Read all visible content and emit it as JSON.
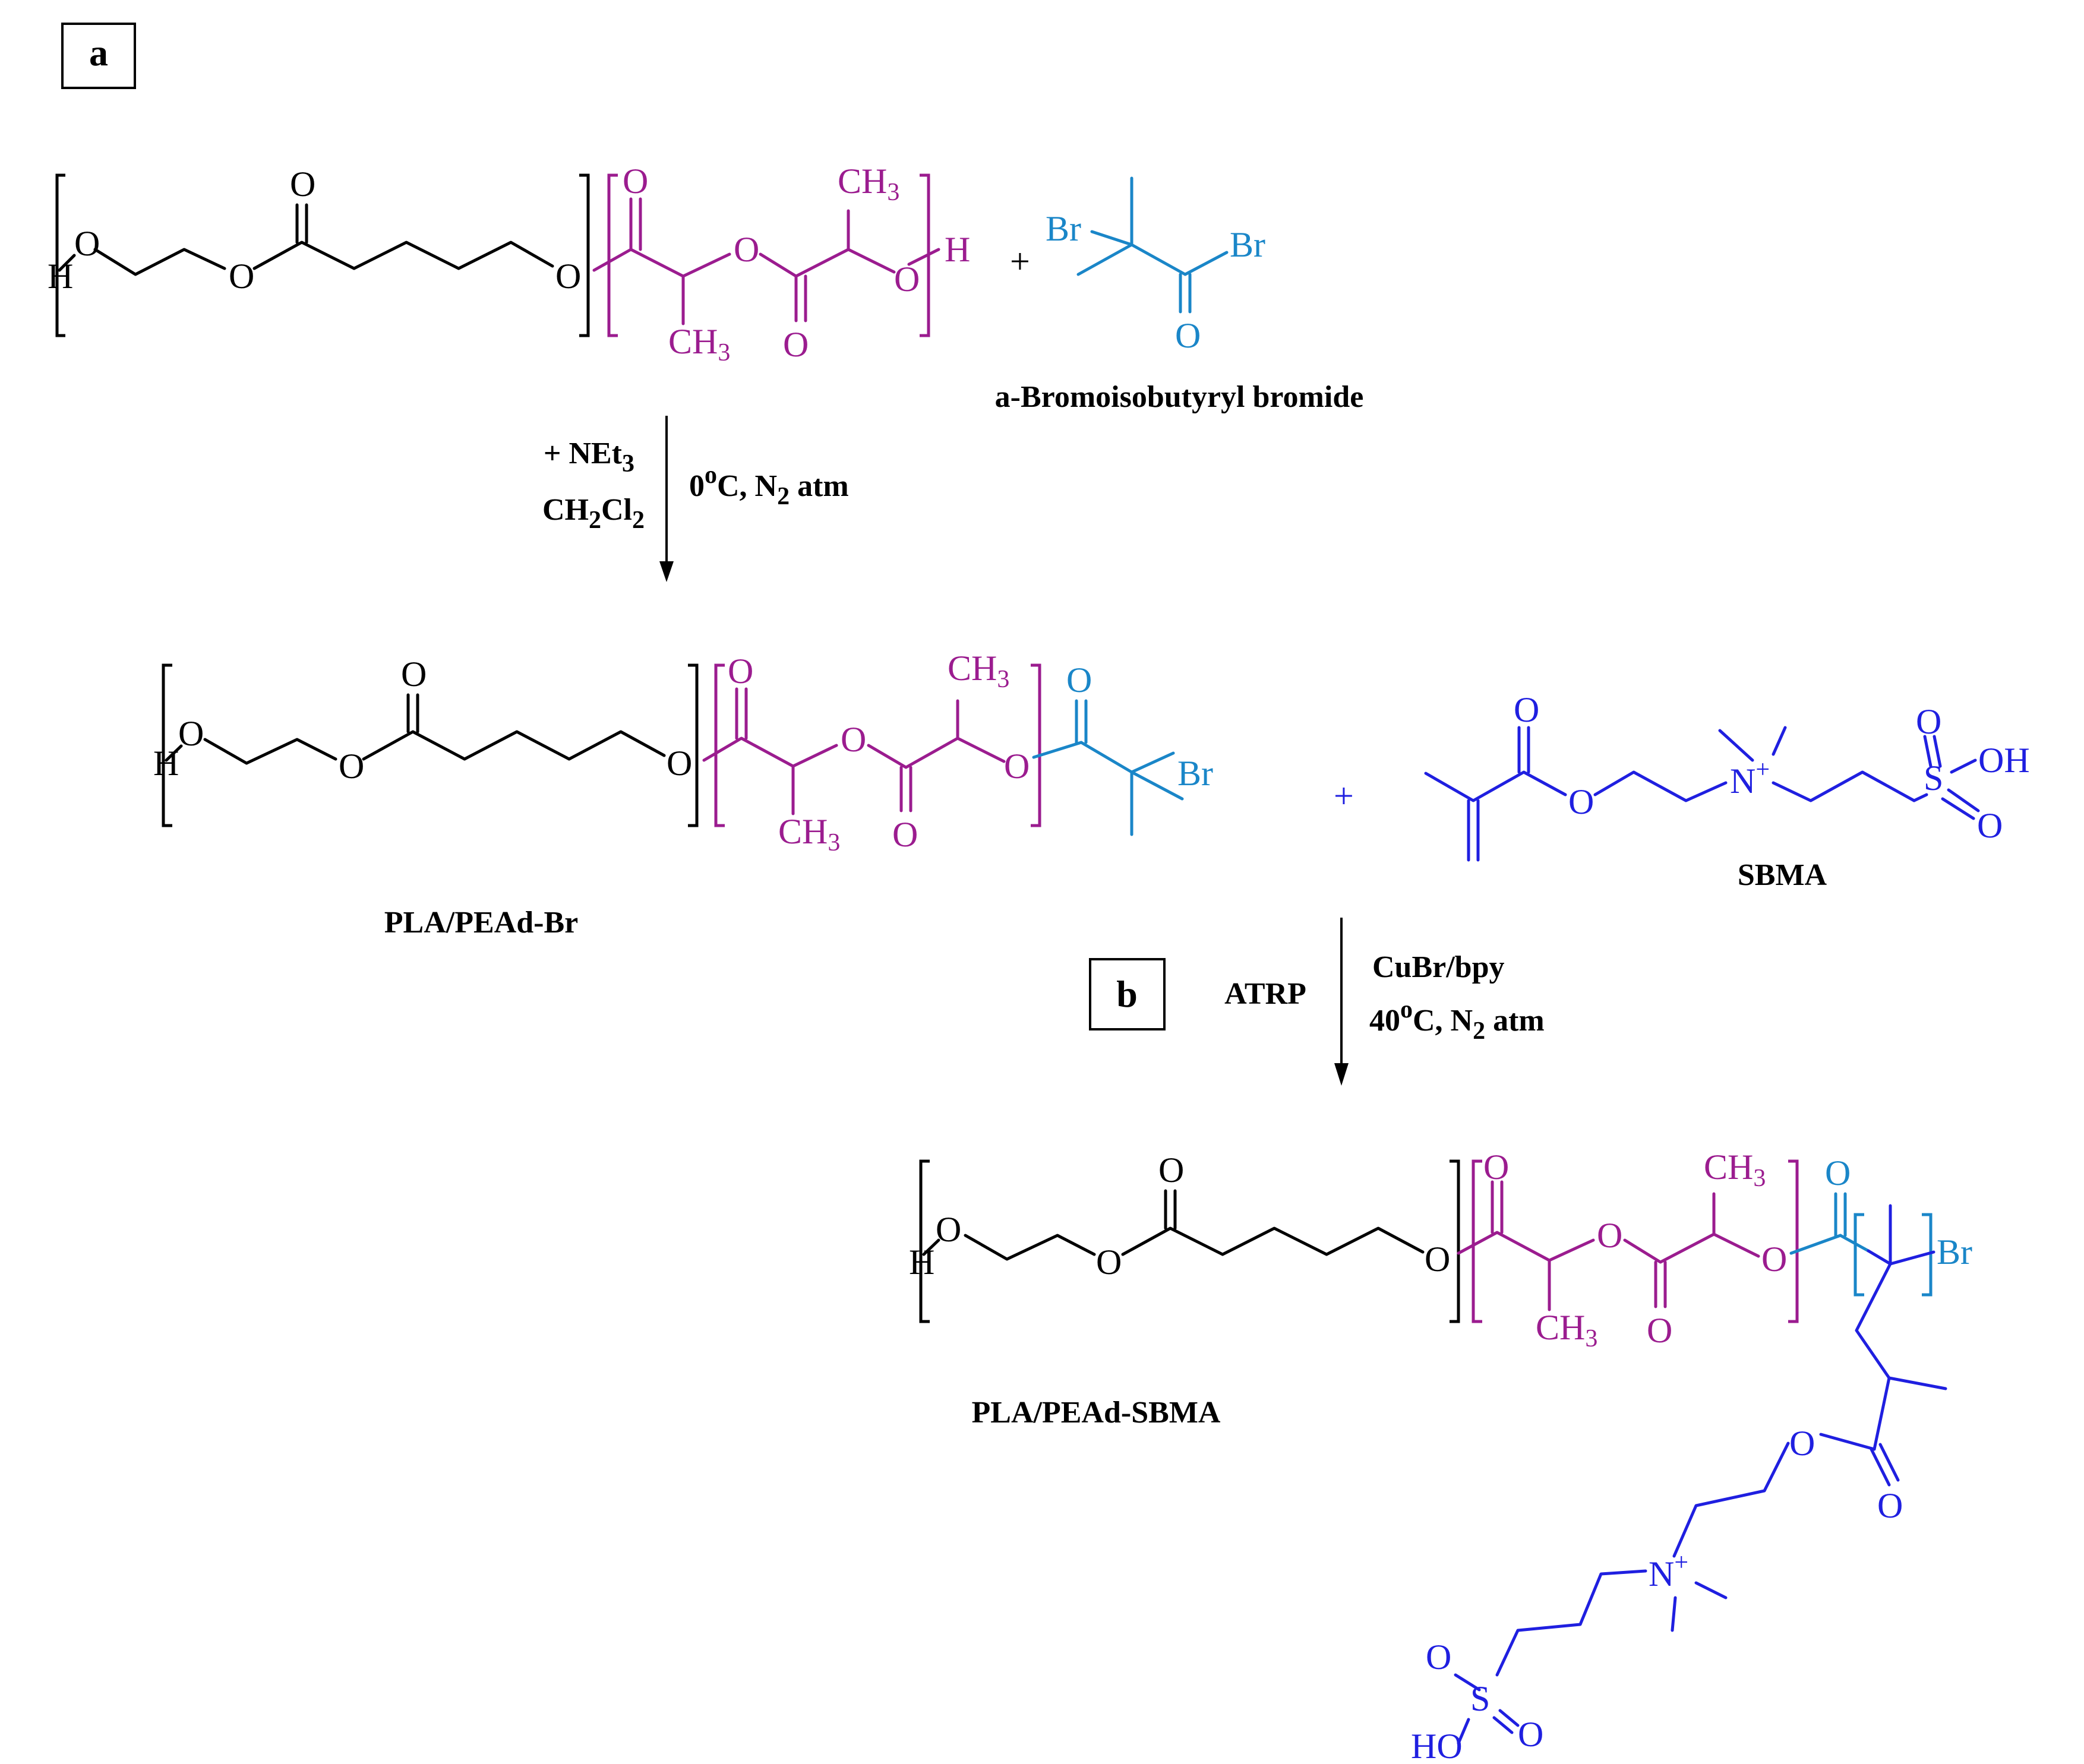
{
  "colors": {
    "black": "#000000",
    "pla": "#9B1C8F",
    "initiator": "#1A86C8",
    "sbma": "#1F1FE0"
  },
  "panels": {
    "a": "a",
    "b": "b"
  },
  "compounds": {
    "initiator": "a-Bromoisobutyryl bromide",
    "macroinitiator": "PLA/PEAd-Br",
    "monomer": "SBMA",
    "product": "PLA/PEAd-SBMA"
  },
  "step1": {
    "reagent_pre": "+ NEt",
    "reagent_sub": "3",
    "solvent_a": "CH",
    "solvent_sub1": "2",
    "solvent_b": "Cl",
    "solvent_sub2": "2",
    "cond_temp": "0",
    "cond_sup": "o",
    "cond_mid": "C, N",
    "cond_sub": "2",
    "cond_end": " atm"
  },
  "step2": {
    "method": "ATRP",
    "catalyst": "CuBr/bpy",
    "cond_temp": "40",
    "cond_sup": "o",
    "cond_mid": "C, N",
    "cond_sub": "2",
    "cond_end": " atm"
  },
  "atoms": {
    "H": "H",
    "O": "O",
    "OH": "OH",
    "HO": "HO",
    "Br": "Br",
    "N": "N",
    "plus": "+",
    "S": "S",
    "C": "C",
    "CH": "CH",
    "three": "3",
    "sign_plus": "+"
  }
}
